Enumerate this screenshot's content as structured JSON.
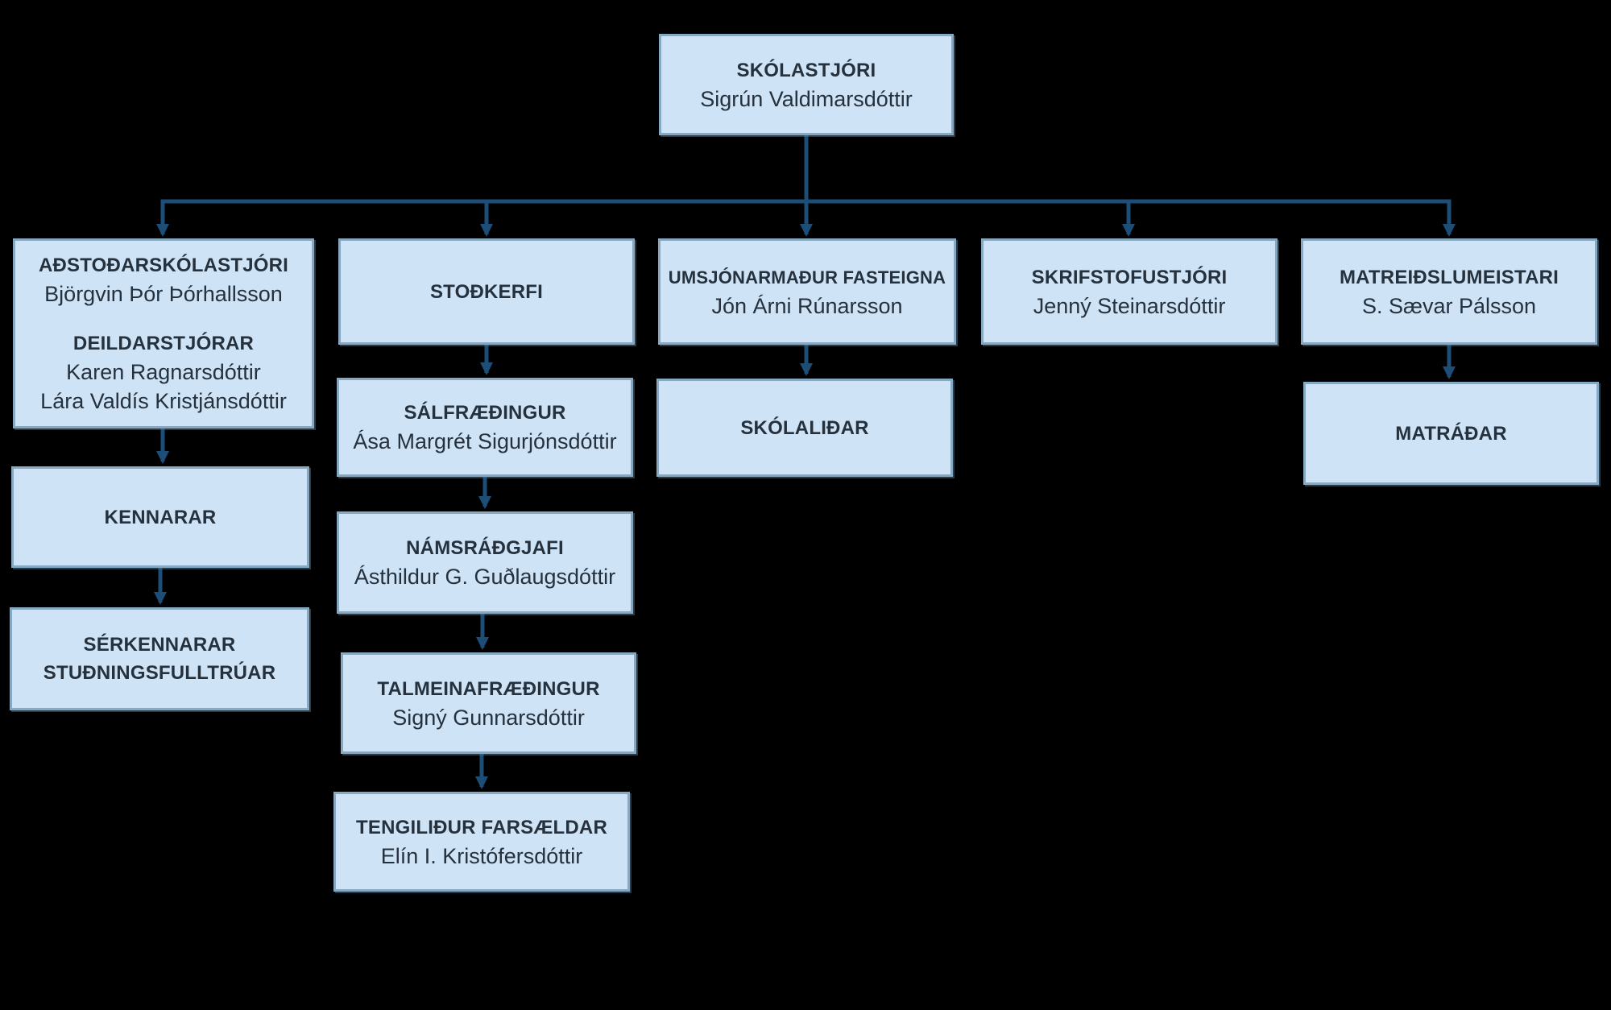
{
  "colors": {
    "background": "#000000",
    "box-fill": "#cfe3f6",
    "box-border": "#86a9c1",
    "connector": "#1d4e77",
    "text": "#25313d"
  },
  "org": {
    "skolastjori": {
      "role": "SKÓLASTJÓRI",
      "person": "Sigrún Valdimarsdóttir"
    },
    "adstodarskolastjori": {
      "role": "AÐSTOÐARSKÓLASTJÓRI",
      "person": "Björgvin Þór Þórhallsson",
      "role2": "DEILDARSTJÓRAR",
      "person2": "Karen Ragnarsdóttir",
      "person3": "Lára Valdís Kristjánsdóttir"
    },
    "stodkerfi": {
      "role": "STOÐKERFI"
    },
    "umsjonarmadur_fasteigna": {
      "role": "UMSJÓNARMAÐUR FASTEIGNA",
      "person": "Jón Árni Rúnarsson"
    },
    "skrifstofustjori": {
      "role": "SKRIFSTOFUSTJÓRI",
      "person": "Jenný Steinarsdóttir"
    },
    "matreidslumeistari": {
      "role": "MATREIÐSLUMEISTARI",
      "person": "S. Sævar Pálsson"
    },
    "kennarar": {
      "role": "KENNARAR"
    },
    "serkennarar": {
      "role": "SÉRKENNARAR",
      "role2": "STUÐNINGSFULLTRÚAR"
    },
    "salfraedingur": {
      "role": "SÁLFRÆÐINGUR",
      "person": "Ása Margrét Sigurjónsdóttir"
    },
    "namsradgjafi": {
      "role": "NÁMSRÁÐGJAFI",
      "person": "Ásthildur G. Guðlaugsdóttir"
    },
    "talmeinafraedingur": {
      "role": "TALMEINAFRÆÐINGUR",
      "person": "Signý Gunnarsdóttir"
    },
    "tengilidur_farsaeldar": {
      "role": "TENGILIÐUR FARSÆLDAR",
      "person": "Elín I. Kristófersdóttir"
    },
    "skolalidar": {
      "role": "SKÓLALIÐAR"
    },
    "matradar": {
      "role": "MATRÁÐAR"
    }
  }
}
